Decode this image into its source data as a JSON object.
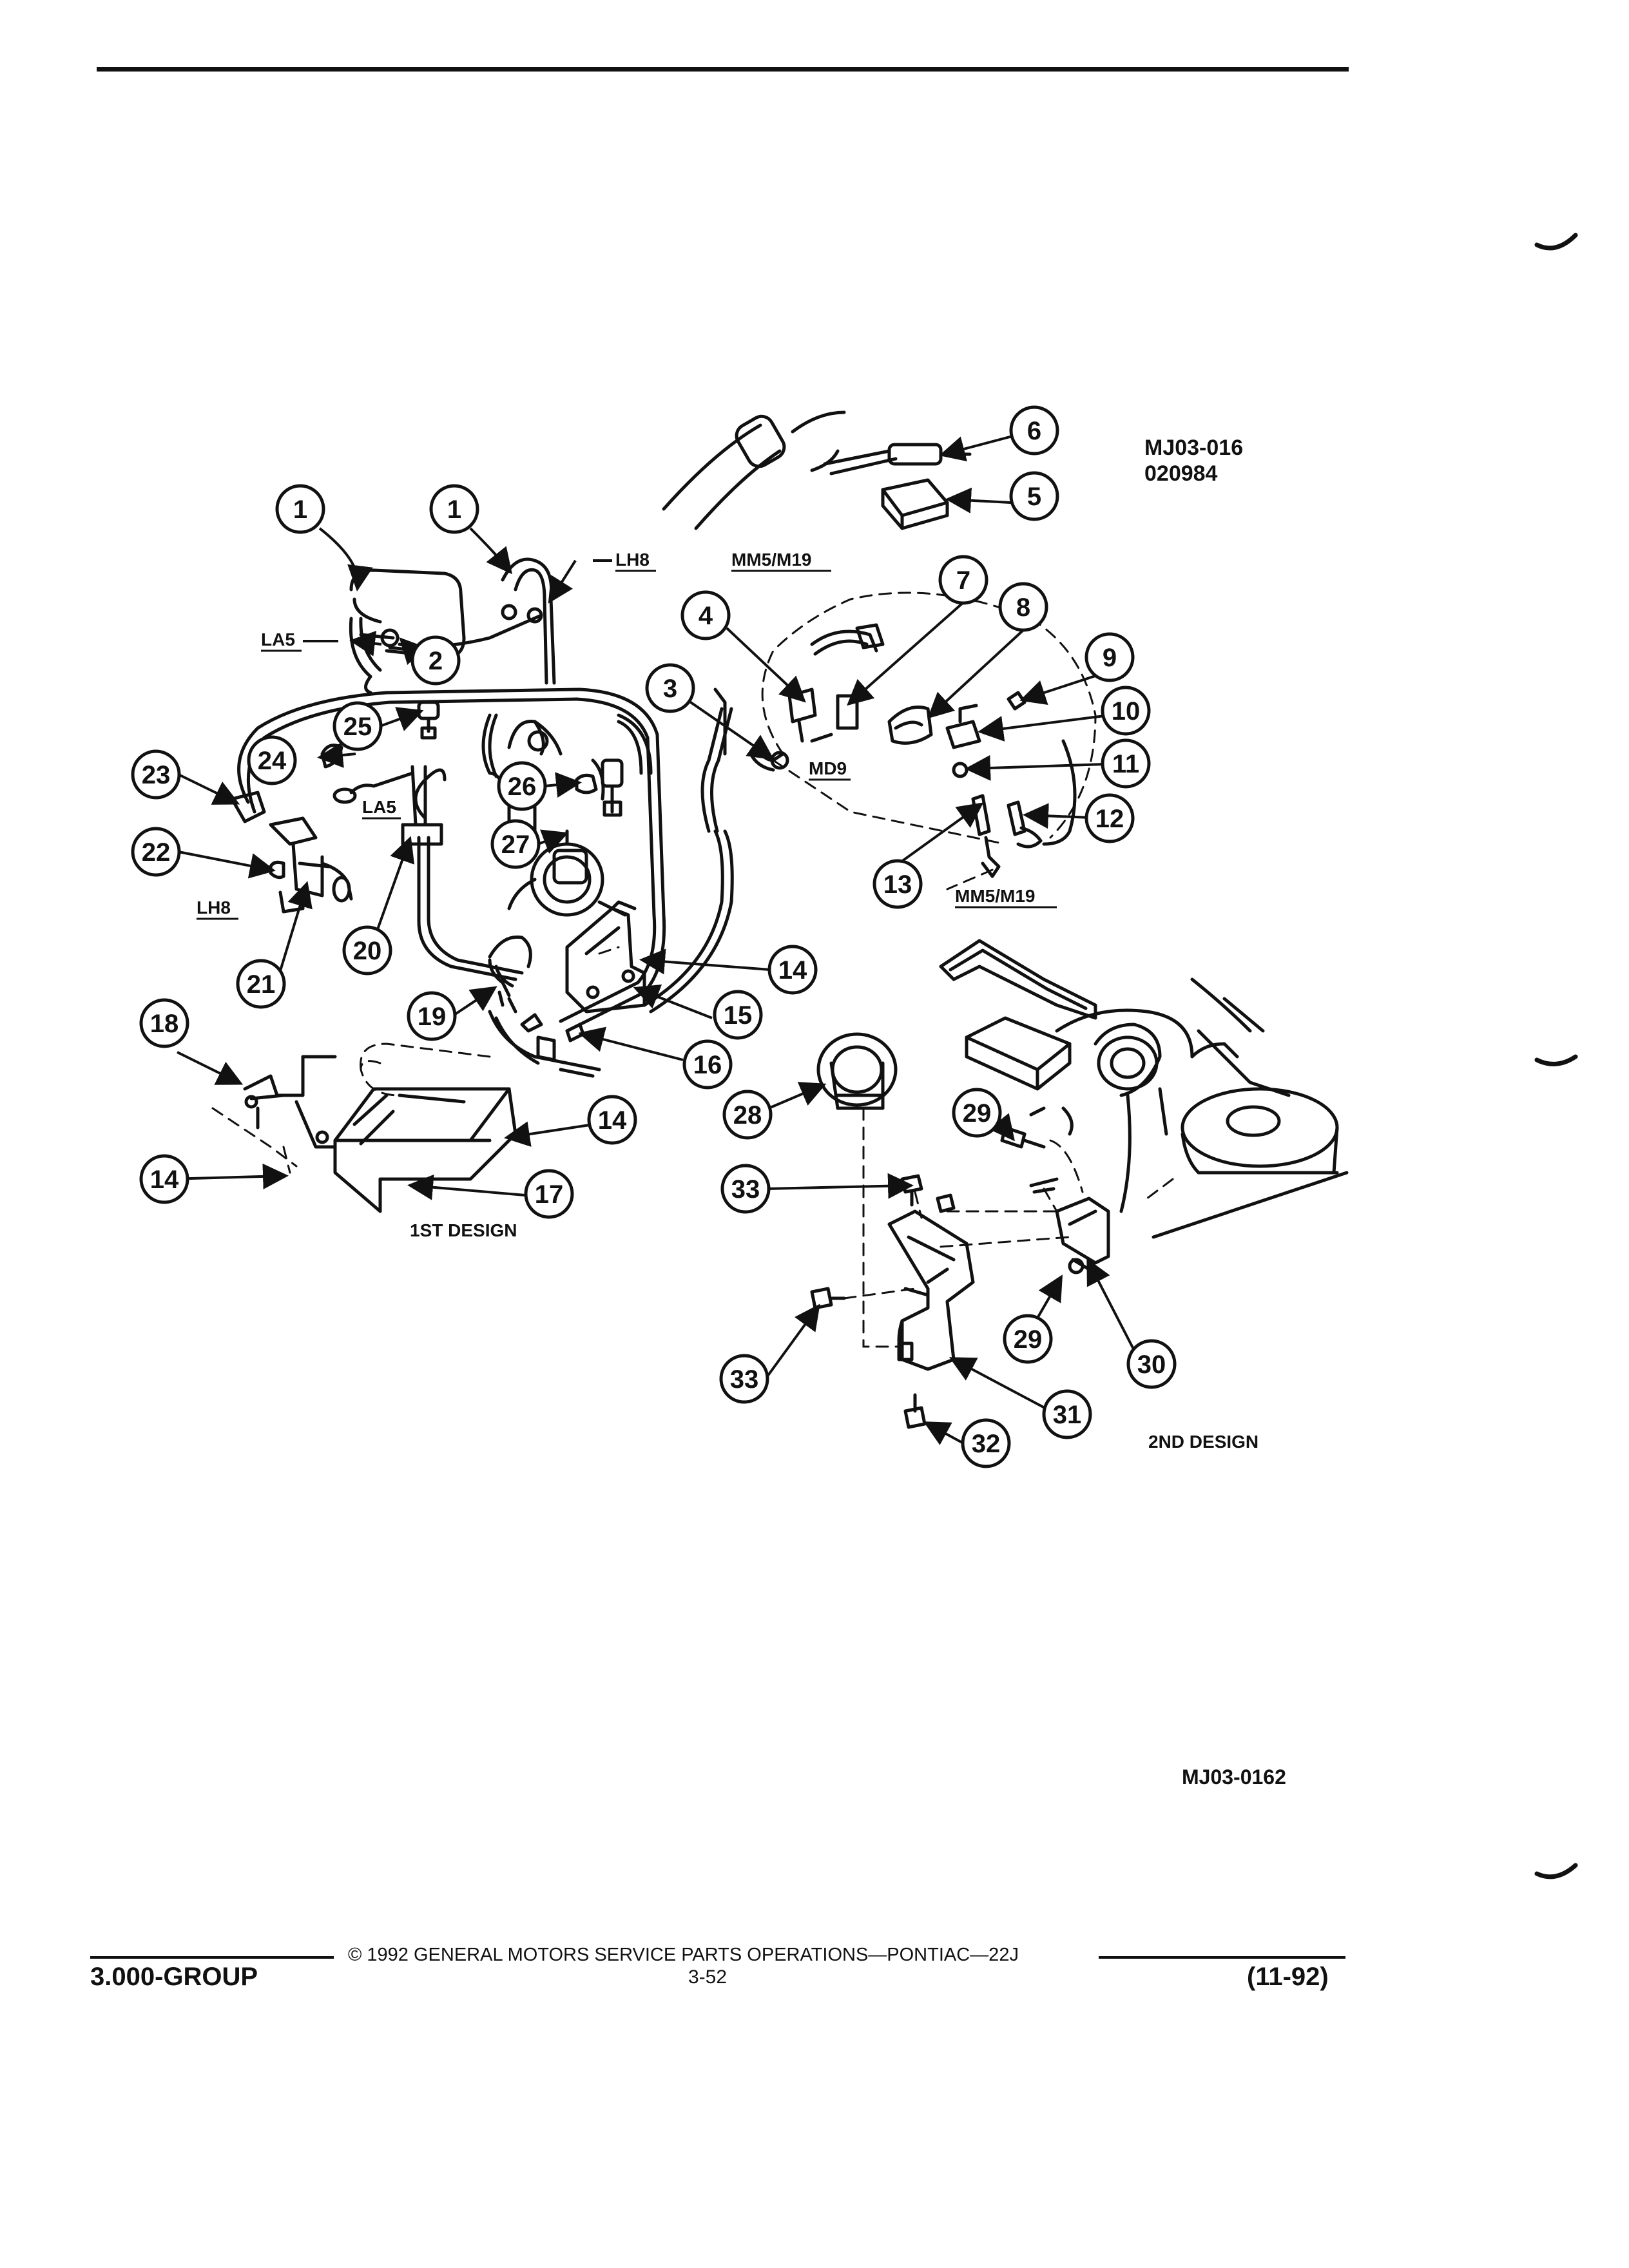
{
  "page": {
    "fig_code_top": "MJ03-016",
    "fig_date_top": "020984",
    "fig_code_bottom": "MJ03-0162",
    "first_design": "1ST DESIGN",
    "second_design": "2ND DESIGN"
  },
  "footer": {
    "copyright": "© 1992 GENERAL MOTORS SERVICE PARTS OPERATIONS—PONTIAC—22J",
    "group": "3.000-GROUP",
    "page_number": "3-52",
    "revision": "(11-92)"
  },
  "engine_tags": {
    "la5_left": "LA5",
    "lh8_top": "LH8",
    "mm5_top": "MM5/M19",
    "md9": "MD9",
    "la5_mid": "LA5",
    "lh8_left": "LH8",
    "mm5_bottom": "MM5/M19"
  },
  "callouts": [
    {
      "id": "c1a",
      "label": "1"
    },
    {
      "id": "c1b",
      "label": "1"
    },
    {
      "id": "c2",
      "label": "2"
    },
    {
      "id": "c3",
      "label": "3"
    },
    {
      "id": "c4",
      "label": "4"
    },
    {
      "id": "c5",
      "label": "5"
    },
    {
      "id": "c6",
      "label": "6"
    },
    {
      "id": "c7",
      "label": "7"
    },
    {
      "id": "c8",
      "label": "8"
    },
    {
      "id": "c9",
      "label": "9"
    },
    {
      "id": "c10",
      "label": "10"
    },
    {
      "id": "c11",
      "label": "11"
    },
    {
      "id": "c12",
      "label": "12"
    },
    {
      "id": "c13",
      "label": "13"
    },
    {
      "id": "c14a",
      "label": "14"
    },
    {
      "id": "c14b",
      "label": "14"
    },
    {
      "id": "c14c",
      "label": "14"
    },
    {
      "id": "c15",
      "label": "15"
    },
    {
      "id": "c16",
      "label": "16"
    },
    {
      "id": "c17",
      "label": "17"
    },
    {
      "id": "c18",
      "label": "18"
    },
    {
      "id": "c19",
      "label": "19"
    },
    {
      "id": "c20",
      "label": "20"
    },
    {
      "id": "c21",
      "label": "21"
    },
    {
      "id": "c22",
      "label": "22"
    },
    {
      "id": "c23",
      "label": "23"
    },
    {
      "id": "c24",
      "label": "24"
    },
    {
      "id": "c25",
      "label": "25"
    },
    {
      "id": "c26",
      "label": "26"
    },
    {
      "id": "c27",
      "label": "27"
    },
    {
      "id": "c28",
      "label": "28"
    },
    {
      "id": "c29a",
      "label": "29"
    },
    {
      "id": "c29b",
      "label": "29"
    },
    {
      "id": "c30",
      "label": "30"
    },
    {
      "id": "c31",
      "label": "31"
    },
    {
      "id": "c32",
      "label": "32"
    },
    {
      "id": "c33a",
      "label": "33"
    },
    {
      "id": "c33b",
      "label": "33"
    }
  ]
}
